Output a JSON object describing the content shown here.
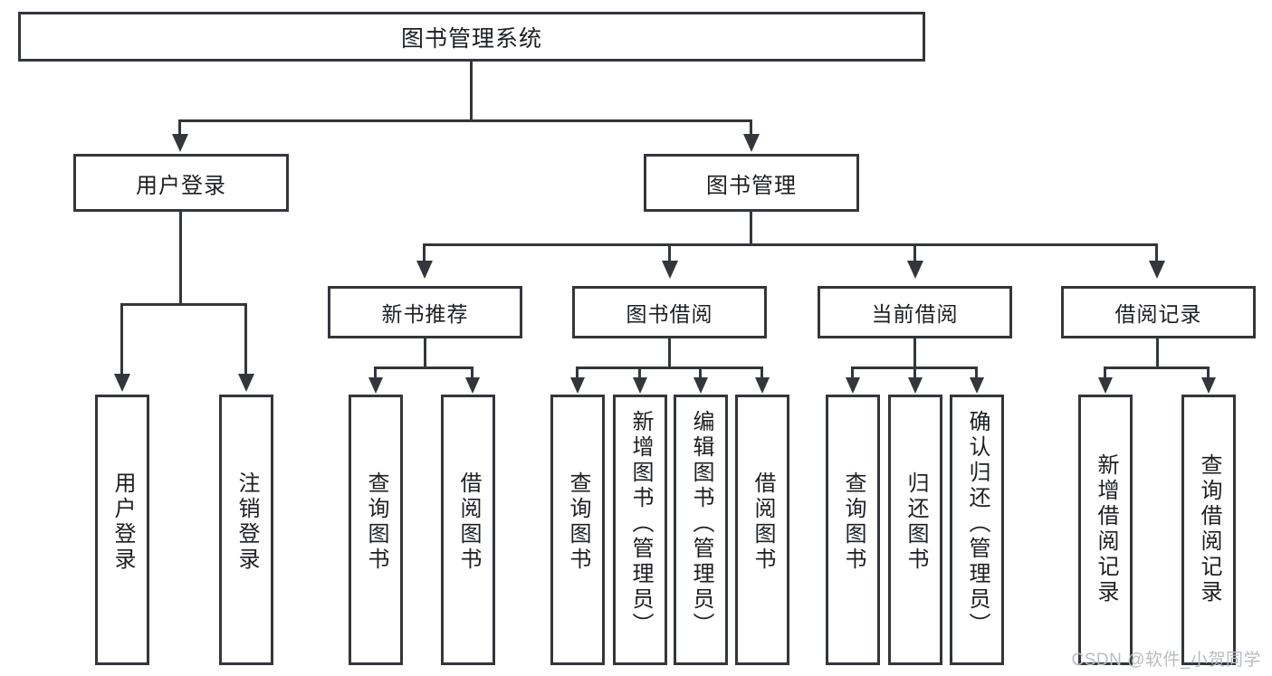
{
  "diagram": {
    "type": "tree",
    "title": "图书管理系统",
    "root": {
      "label": "图书管理系统"
    },
    "level2": [
      {
        "label": "用户登录"
      },
      {
        "label": "图书管理"
      }
    ],
    "level3": [
      {
        "label": "新书推荐"
      },
      {
        "label": "图书借阅"
      },
      {
        "label": "当前借阅"
      },
      {
        "label": "借阅记录"
      }
    ],
    "leaves": {
      "user_login": [
        {
          "label": "用户登录"
        },
        {
          "label": "注销登录"
        }
      ],
      "new_book_recommend": [
        {
          "label": "查询图书"
        },
        {
          "label": "借阅图书"
        }
      ],
      "book_borrow": [
        {
          "label": "查询图书"
        },
        {
          "label": "新增图书（管理员）"
        },
        {
          "label": "编辑图书（管理员）"
        },
        {
          "label": "借阅图书"
        }
      ],
      "current_borrow": [
        {
          "label": "查询图书"
        },
        {
          "label": "归还图书"
        },
        {
          "label": "确认归还（管理员）"
        }
      ],
      "borrow_record": [
        {
          "label": "新增借阅记录"
        },
        {
          "label": "查询借阅记录"
        }
      ]
    }
  },
  "watermark": {
    "text": "CSDN @软件_小贺同学"
  },
  "colors": {
    "stroke": "#33363b",
    "text": "#1d1f22",
    "background": "#ffffff",
    "watermark": "#b9bcc0"
  }
}
